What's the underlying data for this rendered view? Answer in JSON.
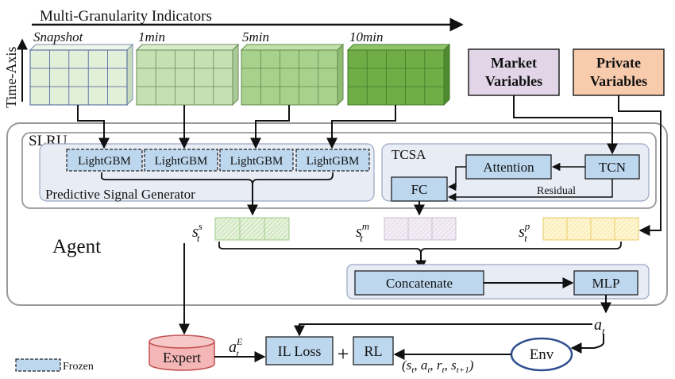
{
  "header": {
    "title": "Multi-Granularity Indicators",
    "y_axis_label": "Time-Axis",
    "granularities": [
      "Snapshot",
      "1min",
      "5min",
      "10min"
    ]
  },
  "inputs": {
    "market_line1": "Market",
    "market_line2": "Variables",
    "private_line1": "Private",
    "private_line2": "Variables"
  },
  "slru": {
    "title": "SLRU",
    "generator_title": "Predictive Signal Generator",
    "models": [
      "LightGBM",
      "LightGBM",
      "LightGBM",
      "LightGBM"
    ],
    "tcsa": {
      "title": "TCSA",
      "attention": "Attention",
      "tcn": "TCN",
      "fc": "FC",
      "residual": "Residual"
    }
  },
  "agent": {
    "title": "Agent",
    "signal_s": "s",
    "signal_s_sup": "s",
    "signal_m": "s",
    "signal_m_sup": "m",
    "signal_p": "s",
    "signal_p_sup": "p",
    "signal_sub": "t",
    "concatenate": "Concatenate",
    "mlp": "MLP"
  },
  "bottom": {
    "expert": "Expert",
    "expert_action": "a",
    "expert_action_sup": "E",
    "expert_action_sub": "t",
    "il_loss": "IL Loss",
    "plus": "+",
    "rl": "RL",
    "env": "Env",
    "action": "a",
    "action_sub": "t",
    "transition": "(s_t, a_t, r_t, s_{t+1})"
  },
  "legend": {
    "frozen": "Frozen"
  },
  "colors": {
    "box_blue": "#bdd7ee",
    "panel_bg": "#e8ecf5",
    "market_purple": "#e1d5e7",
    "private_orange": "#f8cbad",
    "expert_red": "#f4b6b6",
    "grid_snapshot": "#e2efd9",
    "grid_1min": "#c5e0b3",
    "grid_5min": "#a9d18e",
    "grid_10min": "#70ad47",
    "signal_green": "#d9ead3",
    "signal_purple": "#ede4f0",
    "signal_yellow": "#fff2cc"
  }
}
